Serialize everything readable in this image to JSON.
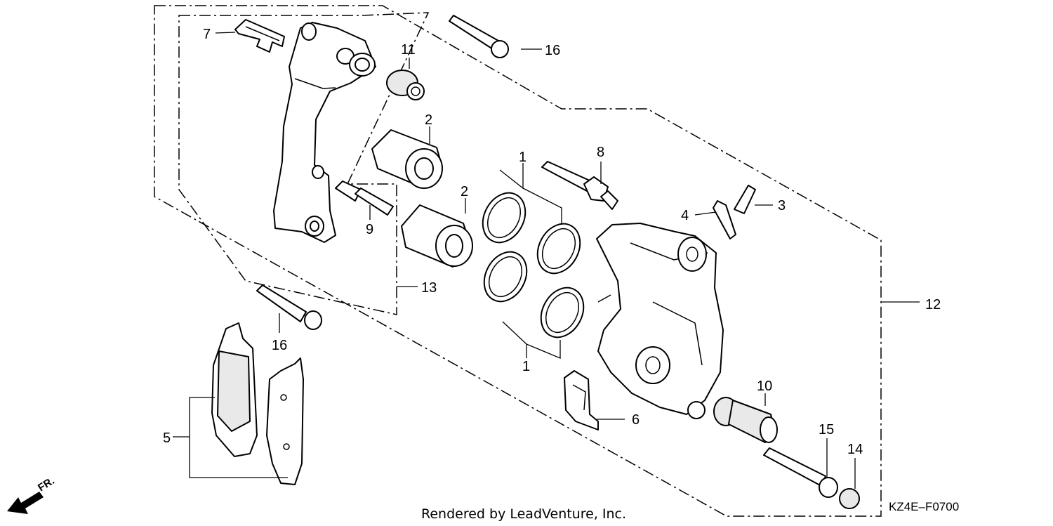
{
  "diagram": {
    "callouts": {
      "c1a": "1",
      "c1b": "1",
      "c2a": "2",
      "c2b": "2",
      "c3": "3",
      "c4": "4",
      "c5": "5",
      "c6": "6",
      "c7": "7",
      "c8": "8",
      "c9": "9",
      "c10": "10",
      "c11": "11",
      "c12": "12",
      "c13": "13",
      "c14": "14",
      "c15": "15",
      "c16a": "16",
      "c16b": "16"
    },
    "orientation_label": "FR.",
    "credit": "Rendered by LeadVenture, Inc.",
    "diagram_code": "KZ4E–F0700"
  }
}
